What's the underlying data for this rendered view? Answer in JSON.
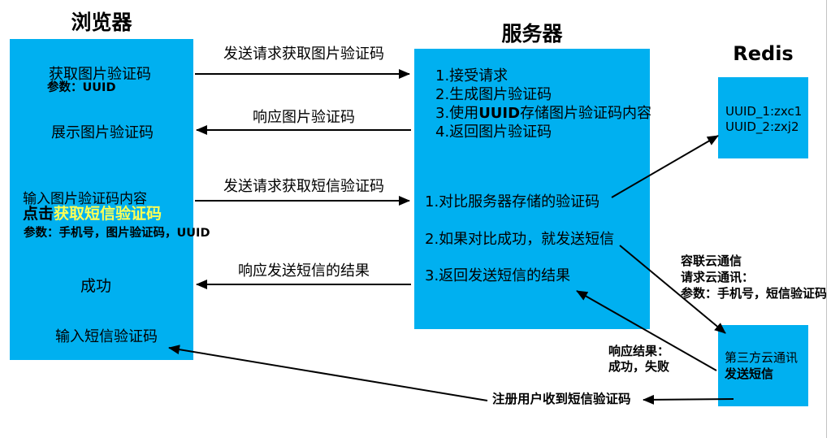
{
  "colors": {
    "box_blue": "#00B0F0",
    "highlight_yellow": "#FFFF54",
    "arrow_black": "#000000"
  },
  "browser": {
    "title": "浏览器",
    "step_get_captcha": "获取图片验证码",
    "step_get_captcha_params": "参数：UUID",
    "step_show_captcha": "展示图片验证码",
    "step_input_captcha": "输入图片验证码内容",
    "click_prefix": "点击",
    "click_highlight": "获取短信验证码",
    "sms_params": "参数：手机号，图片验证码，UUID",
    "step_success": "成功",
    "step_input_sms": "输入短信验证码"
  },
  "server": {
    "title": "服务器",
    "block1": {
      "l1": "1.接受请求",
      "l2": "2.生成图片验证码",
      "l3a": "3.使用",
      "l3b": "UUID",
      "l3c": "存储图片验证码内容",
      "l4": "4.返回图片验证码"
    },
    "block2": {
      "l1": "1.对比服务器存储的验证码",
      "l2": "2.如果对比成功，就发送短信",
      "l3": "3.返回发送短信的结果"
    }
  },
  "redis": {
    "title": "Redis",
    "entry1": "UUID_1:zxc1",
    "entry2": "UUID_2:zxj2"
  },
  "sms_provider": {
    "name": "第三方云通讯",
    "action": "发送短信"
  },
  "messages": {
    "request_captcha": "发送请求获取图片验证码",
    "response_captcha": "响应图片验证码",
    "request_sms": "发送请求获取短信验证码",
    "response_sms_result": "响应发送短信的结果"
  },
  "annotations": {
    "rongyun_line1": "容联云通信",
    "rongyun_line2": "请求云通讯：",
    "rongyun_line3": "参数：手机号，短信验证码",
    "response_result_line1": "响应结果：",
    "response_result_line2": "成功，失败",
    "register_receive": "注册用户收到短信验证码"
  }
}
